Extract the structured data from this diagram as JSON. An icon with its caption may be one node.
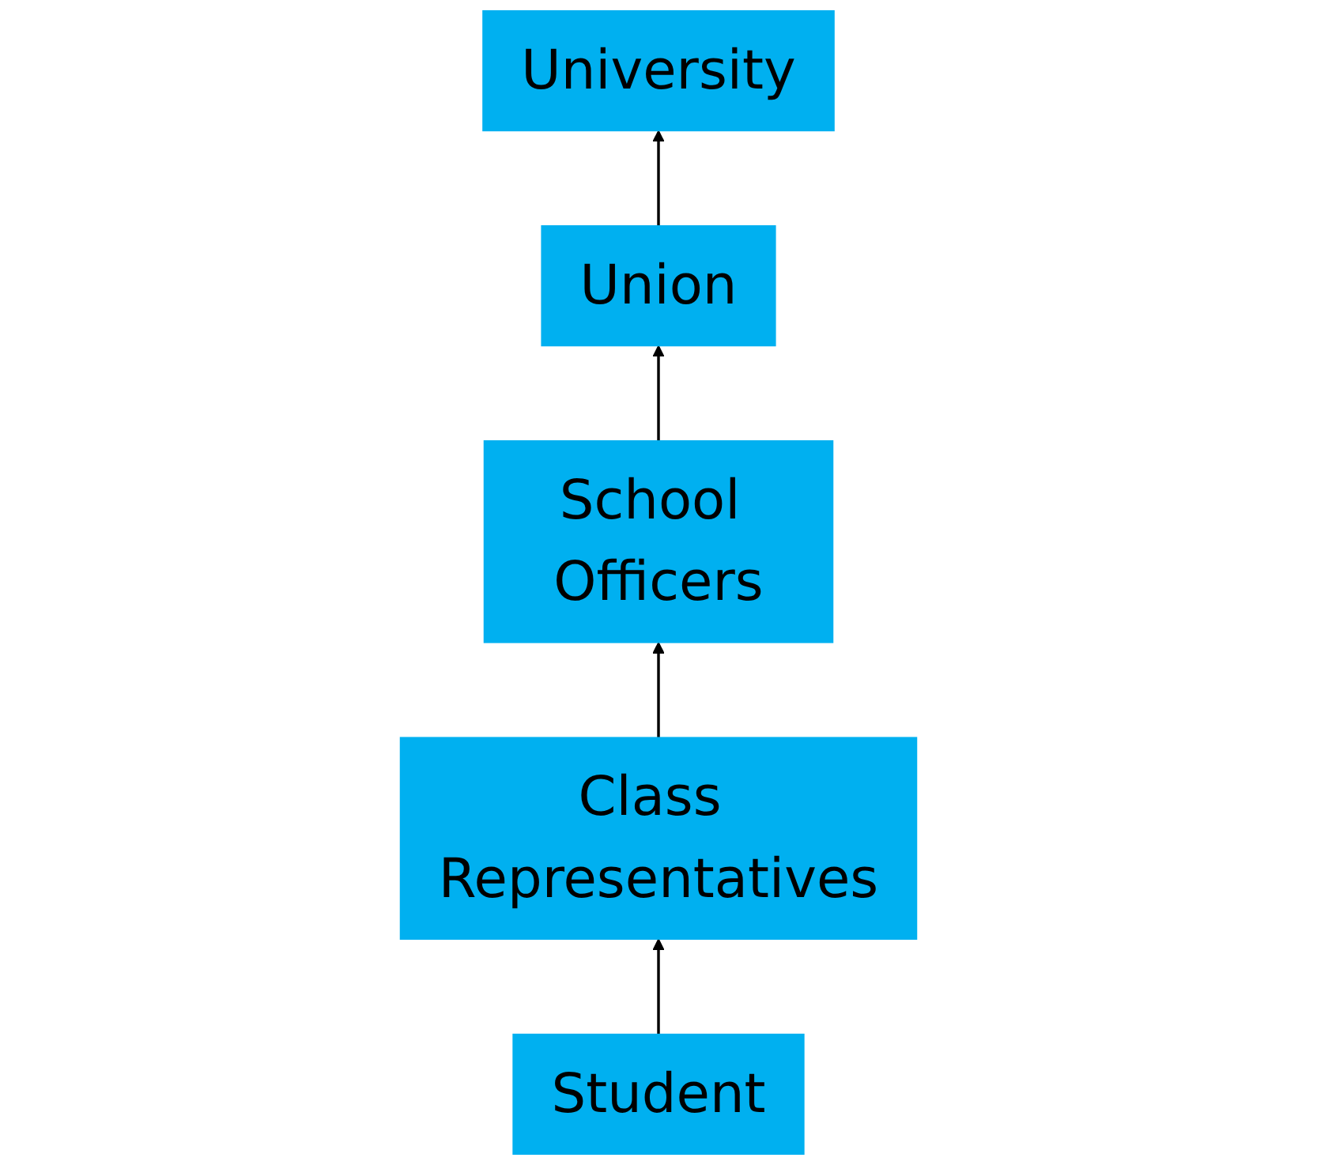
{
  "diagram": {
    "nodes": [
      {
        "text": [
          "University"
        ]
      },
      {
        "text": [
          "Union"
        ]
      },
      {
        "text": [
          "School Officers"
        ]
      },
      {
        "text": [
          "Class Representatives"
        ]
      },
      {
        "text": [
          "Student"
        ]
      }
    ],
    "edges": [
      {
        "from": 1,
        "to": 0,
        "arrow": "to"
      },
      {
        "from": 2,
        "to": 1,
        "arrow": "to"
      },
      {
        "from": 3,
        "to": 2,
        "arrow": "to"
      },
      {
        "from": 4,
        "to": 3,
        "arrow": "to"
      }
    ]
  }
}
